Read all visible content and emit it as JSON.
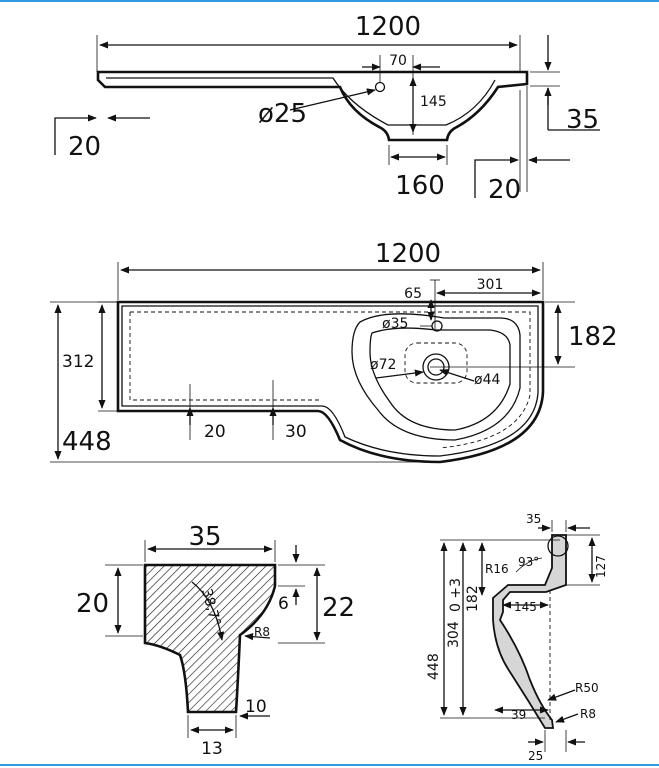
{
  "frame": {
    "border_color": "#3399dd"
  },
  "side_view": {
    "overall_width": "1200",
    "hole_offset": "70",
    "hole_diameter": "ø25",
    "basin_depth": "145",
    "left_edge": "20",
    "right_edge": "20",
    "thickness": "35",
    "drain_width": "160"
  },
  "plan_view": {
    "overall_width": "1200",
    "hole_from_edge": "301",
    "hole_from_back": "65",
    "tap_hole": "ø35",
    "bowl_center_depth": "182",
    "drain_outer": "ø72",
    "drain_inner": "ø44",
    "counter_depth": "312",
    "total_depth": "448",
    "edge_inner": "20",
    "edge_front": "30"
  },
  "section_detail": {
    "top_width": "35",
    "height": "20",
    "angle": "38,7°",
    "step": "6",
    "lip_height": "22",
    "radius": "R8",
    "bottom_width": "13",
    "foot_width": "10"
  },
  "profile_view": {
    "top_width": "35",
    "radius_small": "R16",
    "angle": "93°",
    "tolerance": "0 +3",
    "rear_drop": "127",
    "center_depth": "182",
    "inner_width": "145",
    "mid_depth": "304",
    "total_depth": "448",
    "radius_large": "R50",
    "radius_bottom": "R8",
    "foot_offset": "39",
    "foot_width": "25"
  }
}
